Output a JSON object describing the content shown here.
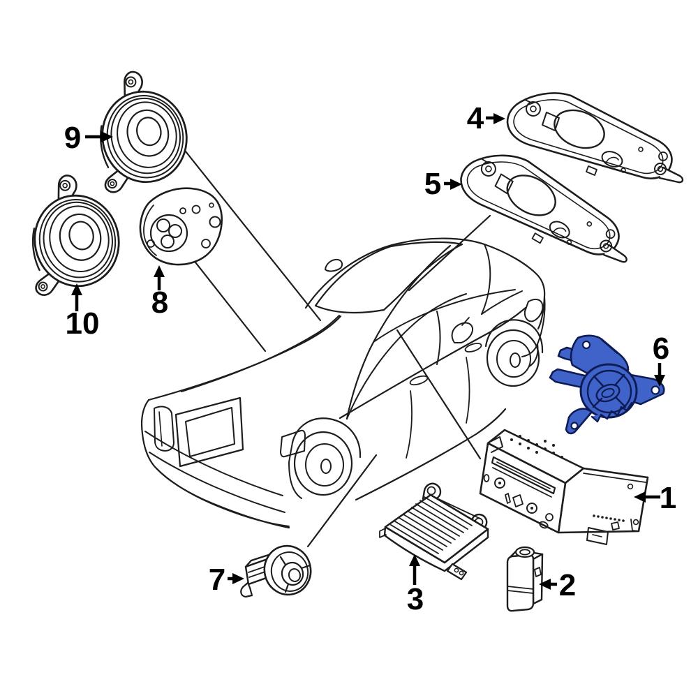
{
  "diagram": {
    "kind": "car-audio-parts-diagram",
    "background": "#ffffff",
    "line_color": "#1d1d1b",
    "highlight_fill": "#3f63c9",
    "highlight_stroke": "#0e1c55"
  },
  "callouts": {
    "c1": {
      "label": "1",
      "part": "radio-head-unit"
    },
    "c2": {
      "label": "2",
      "part": "media-aux-module"
    },
    "c3": {
      "label": "3",
      "part": "audio-amplifier"
    },
    "c4": {
      "label": "4",
      "part": "rear-shelf-speaker-panel-upper"
    },
    "c5": {
      "label": "5",
      "part": "rear-shelf-speaker-panel-lower"
    },
    "c6": {
      "label": "6",
      "part": "highlighted-speaker-bracket"
    },
    "c7": {
      "label": "7",
      "part": "dash-tweeter-with-clip"
    },
    "c8": {
      "label": "8",
      "part": "speaker-adapter-plate"
    },
    "c9": {
      "label": "9",
      "part": "door-speaker-upper-left"
    },
    "c10": {
      "label": "10",
      "part": "door-speaker-lower-left"
    }
  }
}
